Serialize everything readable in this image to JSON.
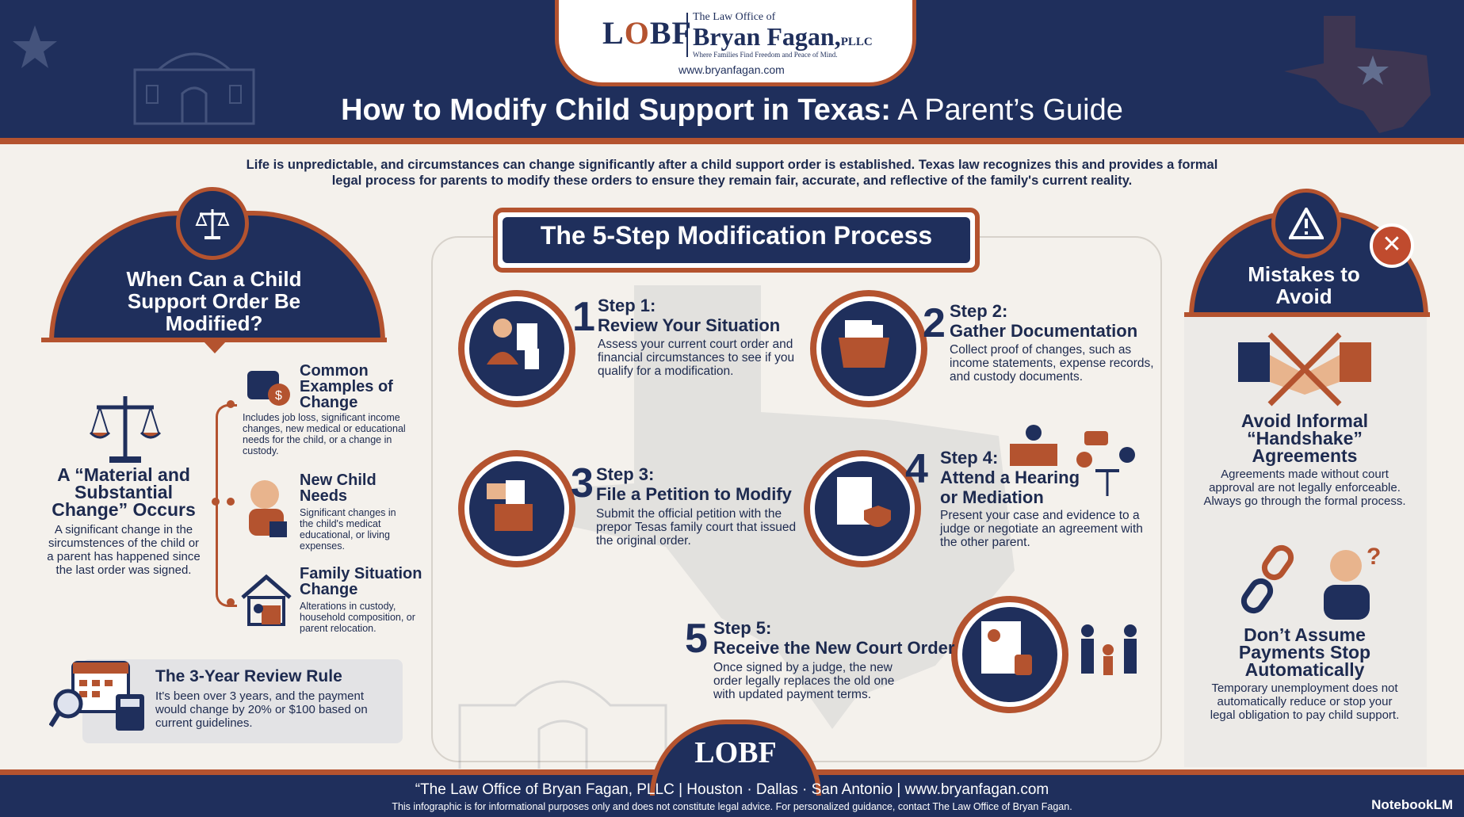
{
  "brand": {
    "mark_left": "L",
    "mark_o": "O",
    "mark_right": "BF",
    "small": "The Law Office of",
    "name": "Bryan Fagan,",
    "suffix": "PLLC",
    "tagline": "Where Families Find Freedom and Peace of Mind.",
    "url": "www.bryanfagan.com"
  },
  "title": {
    "bold": "How to Modify Child Support in Texas:",
    "light": " A Parent’s Guide"
  },
  "intro": "Life is unpredictable, and circumstances can change significantly after a child support order is established. Texas law recognizes this and provides a formal legal process for parents to modify these orders to ensure they remain fair, accurate, and reflective of the family's current reality.",
  "left": {
    "dome_title": "When Can a Child Support Order Be Modified?",
    "material_title": "A “Material and Substantial Change” Occurs",
    "material_body": "A significant change in the sircumstences of the child or a parent has happened since the last order was signed.",
    "items": [
      {
        "title": "Common Examples of Change",
        "body": "Includes job loss, significant income changes, new medical or educational needs for the child, or a change in custody."
      },
      {
        "title": "New Child Needs",
        "body": "Significant changes in the child's medicat educational, or living expenses."
      },
      {
        "title": "Family Situation Change",
        "body": "Alterations in custody, household composition, or parent relocation."
      }
    ],
    "review_title": "The 3-Year Review Rule",
    "review_body": "It's been over 3 years, and the payment would change by 20% or $100 based on current guidelines."
  },
  "process": {
    "title": "The 5-Step Modification Process",
    "steps": [
      {
        "num": "1",
        "label": "Step 1:",
        "title": "Review Your Situation",
        "body": "Assess your current court order and financial circumstances to see if you qualify for a modification."
      },
      {
        "num": "2",
        "label": "Step 2:",
        "title": "Gather Documentation",
        "body": "Collect proof of changes, such as income statements, expense records, and custody documents."
      },
      {
        "num": "3",
        "label": "Step 3:",
        "title": "File a Petition to Modify",
        "body": "Submit the official petition with the prepor Tesas family court that issued the original order."
      },
      {
        "num": "4",
        "label": "Step 4:",
        "title": "Attend a Hearing or Mediation",
        "body": "Present your case and evidence to a judge or negotiate an agreement with the other parent."
      },
      {
        "num": "5",
        "label": "Step 5:",
        "title": "Receive the New Court Order",
        "body": "Once signed by a judge, the new order legally replaces the old one with updated payment terms."
      }
    ]
  },
  "right": {
    "dome_title": "Mistakes to Avoid",
    "x_mark": "✕",
    "items": [
      {
        "title": "Avoid Informal “Handshake” Agreements",
        "body": "Agreements made without court approval are not legally enforceable. Always go through the formal process."
      },
      {
        "title": "Don’t Assume Payments Stop Automatically",
        "body": "Temporary unemployment does not automatically reduce or stop your legal obligation to pay child support."
      }
    ]
  },
  "footer": {
    "logo": "LOBF",
    "line1": "“The Law Office of Bryan Fagan, PLLC  |  Houston · Dallas · San Antonio  |  www.bryanfagan.com",
    "line2": "This infographic is for informational purposes only and does not constitute legal advice. For personalized guidance, contact The Law Office of Bryan Fagan.",
    "notebook": "NotebookLM"
  },
  "colors": {
    "navy": "#1f2f5c",
    "rust": "#b4532f",
    "background": "#f4f1ec",
    "panel": "#eceae7"
  },
  "icons": [
    "star-icon",
    "alamo-icon",
    "texas-map-icon",
    "scales-icon",
    "warning-icon",
    "close-icon",
    "handshake-icon",
    "broken-chain-icon",
    "calendar-icon",
    "calculator-icon",
    "magnifier-icon",
    "document-icon",
    "folder-icon",
    "judge-icon",
    "family-icon"
  ]
}
